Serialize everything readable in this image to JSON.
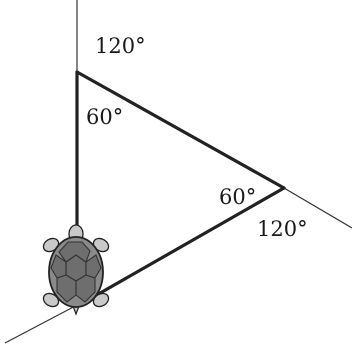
{
  "labels": {
    "exterior_top": "120°",
    "interior_top": "60°",
    "interior_right": "60°",
    "exterior_right": "120°"
  },
  "icons": {
    "turtle": "turtle-icon"
  },
  "colors": {
    "stroke": "#222222",
    "turtle_shell": "#8a8a8a",
    "turtle_scutes": "#6e6e6e",
    "turtle_skin": "#c9c9c9"
  }
}
